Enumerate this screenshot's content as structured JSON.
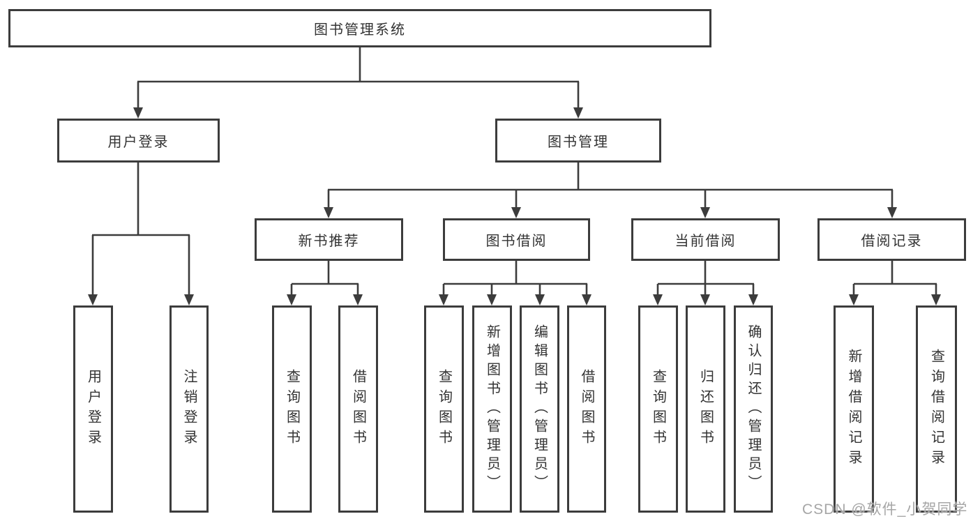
{
  "diagram": {
    "root": {
      "label": "图书管理系统"
    },
    "branches": [
      {
        "label": "用户登录",
        "leaves": [
          {
            "label": "用户登录"
          },
          {
            "label": "注销登录"
          }
        ]
      },
      {
        "label": "图书管理",
        "groups": [
          {
            "label": "新书推荐",
            "leaves": [
              {
                "label": "查询图书"
              },
              {
                "label": "借阅图书"
              }
            ]
          },
          {
            "label": "图书借阅",
            "leaves": [
              {
                "label": "查询图书"
              },
              {
                "label": "新增图书（管理员）"
              },
              {
                "label": "编辑图书（管理员）"
              },
              {
                "label": "借阅图书"
              }
            ]
          },
          {
            "label": "当前借阅",
            "leaves": [
              {
                "label": "查询图书"
              },
              {
                "label": "归还图书"
              },
              {
                "label": "确认归还（管理员）"
              }
            ]
          },
          {
            "label": "借阅记录",
            "leaves": [
              {
                "label": "新增借阅记录"
              },
              {
                "label": "查询借阅记录"
              }
            ]
          }
        ]
      }
    ],
    "watermark": "CSDN @软件_小贺同学",
    "colors": {
      "line": "#3c3c3c",
      "border": "#3c3c3c",
      "text": "#333333",
      "watermark": "#a6a6a6",
      "background": "#ffffff"
    }
  }
}
